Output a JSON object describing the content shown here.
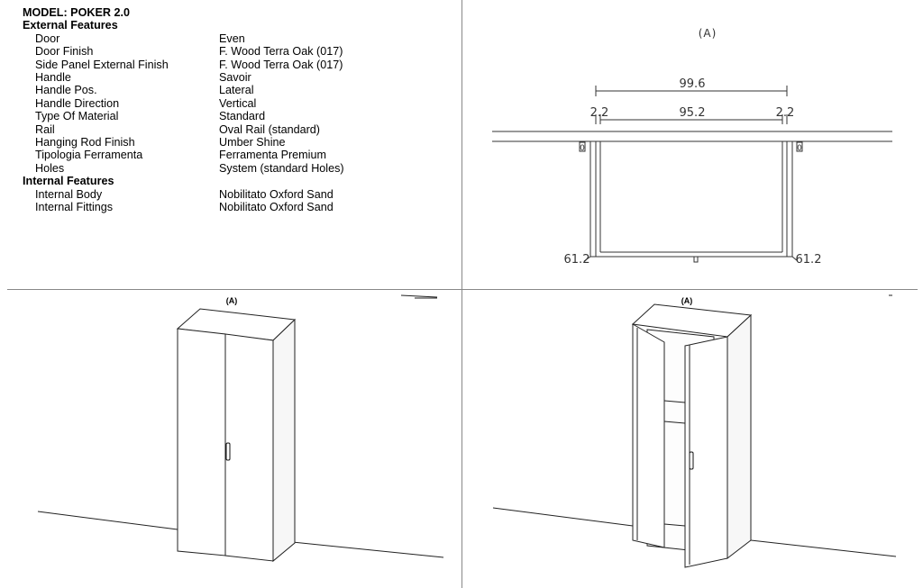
{
  "spec": {
    "model": "MODEL: POKER 2.0",
    "external_heading": "External Features",
    "external": [
      {
        "key": "Door",
        "value": "Even"
      },
      {
        "key": "Door Finish",
        "value": "F. Wood Terra Oak (017)"
      },
      {
        "key": "Side Panel External Finish",
        "value": "F. Wood Terra Oak (017)"
      },
      {
        "key": "Handle",
        "value": "Savoir"
      },
      {
        "key": "Handle Pos.",
        "value": "Lateral"
      },
      {
        "key": "Handle Direction",
        "value": "Vertical"
      },
      {
        "key": "Type Of Material",
        "value": "Standard"
      },
      {
        "key": "Rail",
        "value": "Oval Rail (standard)"
      },
      {
        "key": "Hanging Rod Finish",
        "value": "Umber Shine"
      },
      {
        "key": "Tipologia Ferramenta",
        "value": "Ferramenta Premium"
      },
      {
        "key": "Holes",
        "value": "System (standard Holes)"
      }
    ],
    "internal_heading": "Internal Features",
    "internal": [
      {
        "key": "Internal Body",
        "value": "Nobilitato Oxford Sand"
      },
      {
        "key": "Internal Fittings",
        "value": "Nobilitato Oxford Sand"
      }
    ]
  },
  "plan": {
    "view_label": "(A)",
    "overall_width": "99.6",
    "inner_width": "95.2",
    "left_panel": "2.2",
    "right_panel": "2.2",
    "left_depth": "61.2",
    "right_depth": "61.2",
    "left_gap": "0",
    "right_gap": "0"
  },
  "closed_view": {
    "label": "(A)"
  },
  "open_view": {
    "label": "(A)"
  }
}
